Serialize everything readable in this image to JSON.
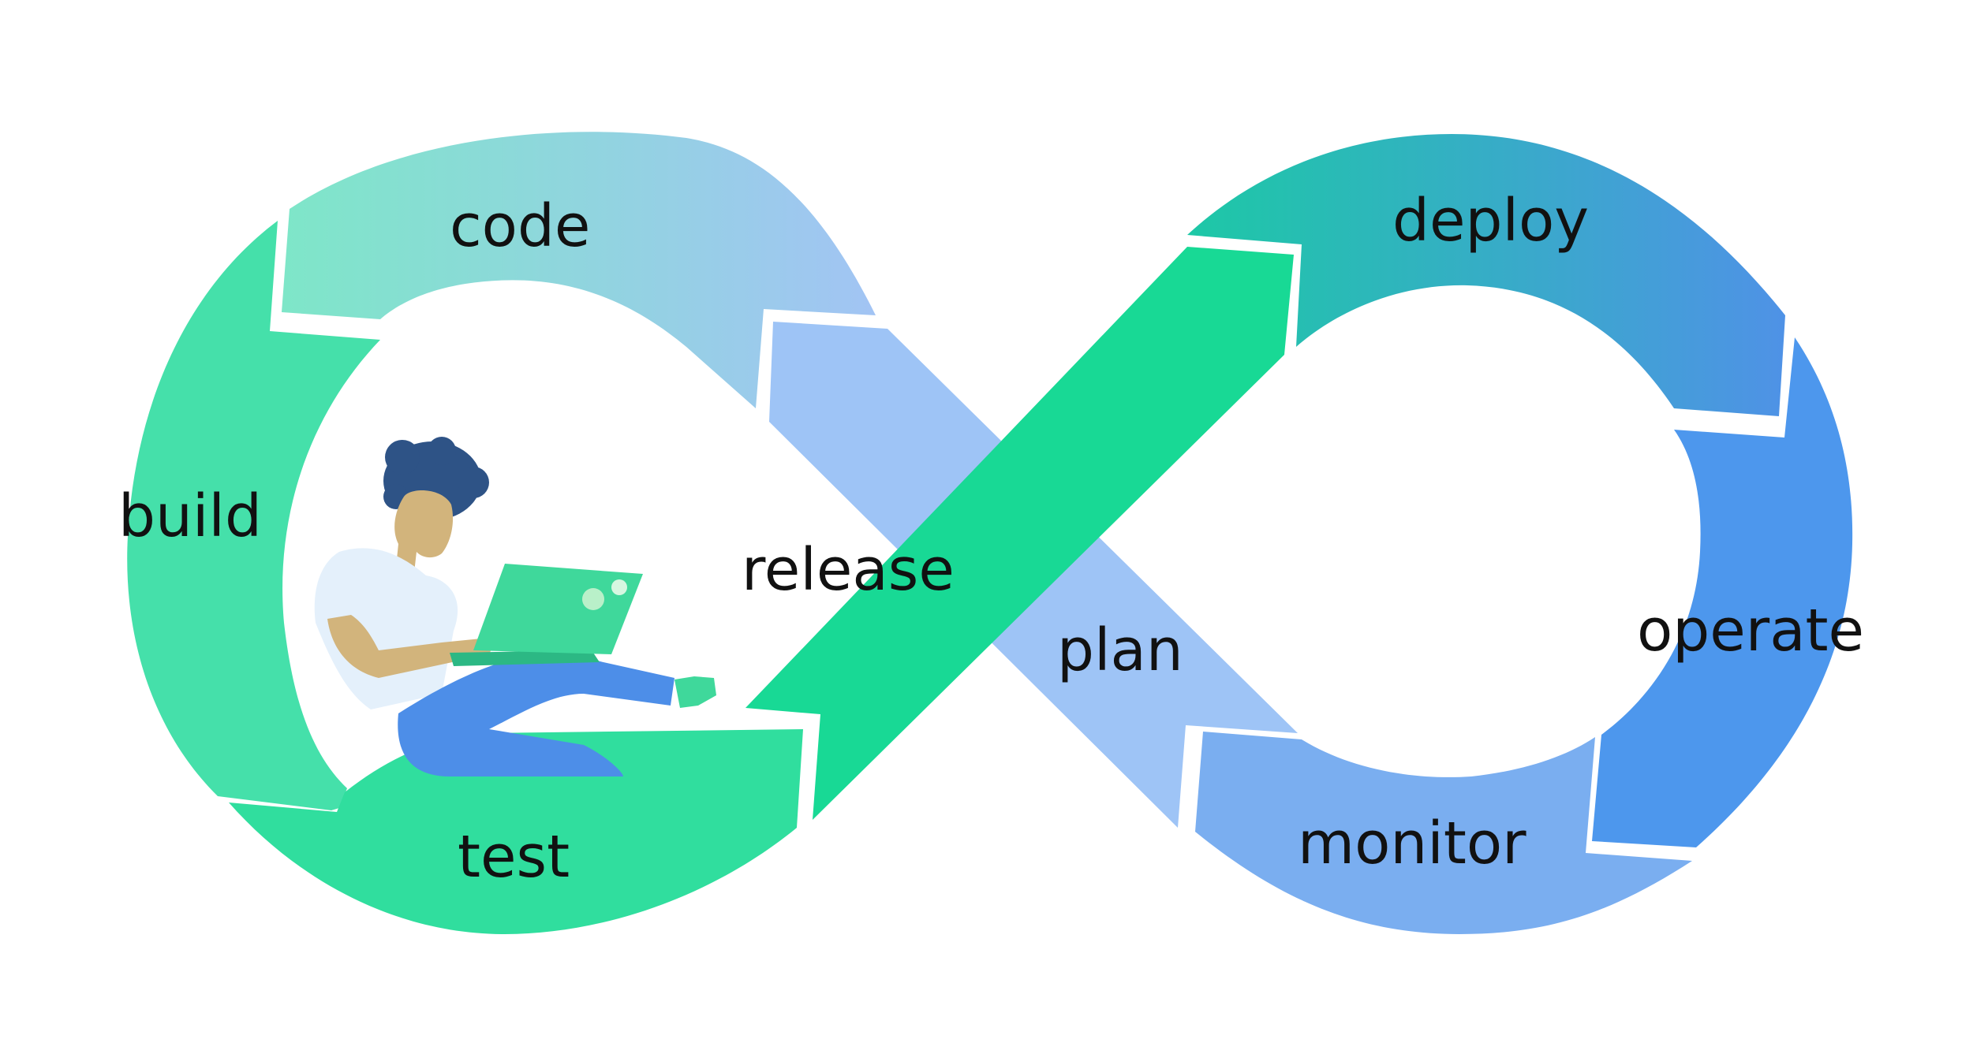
{
  "stages": {
    "code": "code",
    "build": "build",
    "test": "test",
    "release": "release",
    "plan": "plan",
    "deploy": "deploy",
    "operate": "operate",
    "monitor": "monitor"
  },
  "colors": {
    "code_start": "#7ee6c8",
    "code_end": "#a2c4f4",
    "build": "#45e0aa",
    "test": "#30de9e",
    "release": "#18d995",
    "plan": "#9ec4f6",
    "deploy_start": "#1dc8a6",
    "deploy_end": "#4f92e6",
    "operate": "#4d97ed",
    "monitor": "#7aaef0",
    "figure_hair": "#2e5386",
    "figure_skin": "#d2b47c",
    "figure_shirt": "#e4f0fb",
    "figure_pants": "#4d8ee8",
    "laptop": "#3fd89b"
  },
  "icons": {
    "figure": "person-with-laptop-illustration"
  }
}
